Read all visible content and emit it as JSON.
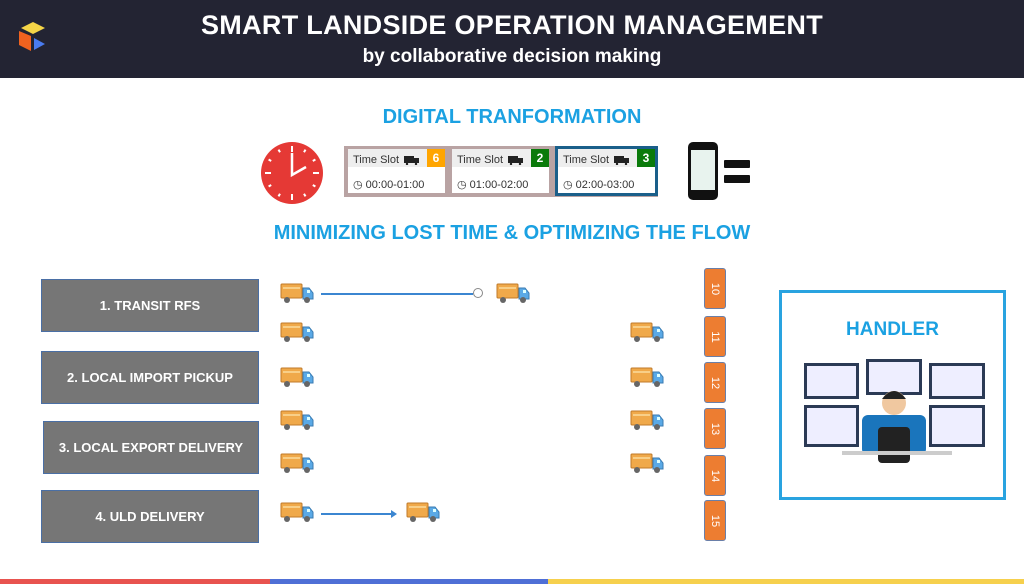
{
  "header": {
    "title": "SMART LANDSIDE OPERATION MANAGEMENT",
    "subtitle": "by collaborative decision making"
  },
  "sections": {
    "digital": "DIGITAL TRANFORMATION",
    "minimizing": "MINIMIZING LOST TIME & OPTIMIZING THE FLOW"
  },
  "time_slots": [
    {
      "label": "Time Slot",
      "count": "6",
      "count_color": "#ffa500",
      "time": "00:00-01:00"
    },
    {
      "label": "Time Slot",
      "count": "2",
      "count_color": "#0a7a0a",
      "time": "01:00-02:00"
    },
    {
      "label": "Time Slot",
      "count": "3",
      "count_color": "#0a7a0a",
      "time": "02:00-03:00"
    }
  ],
  "flows": [
    "1. TRANSIT RFS",
    "2. LOCAL IMPORT PICKUP",
    "3. LOCAL EXPORT DELIVERY",
    "4. ULD DELIVERY"
  ],
  "docks": [
    "10",
    "11",
    "12",
    "13",
    "14",
    "15"
  ],
  "handler": {
    "title": "HANDLER"
  },
  "colors": {
    "accent": "#1ba1e2",
    "dock": "#ed7d31",
    "header": "#232433"
  }
}
